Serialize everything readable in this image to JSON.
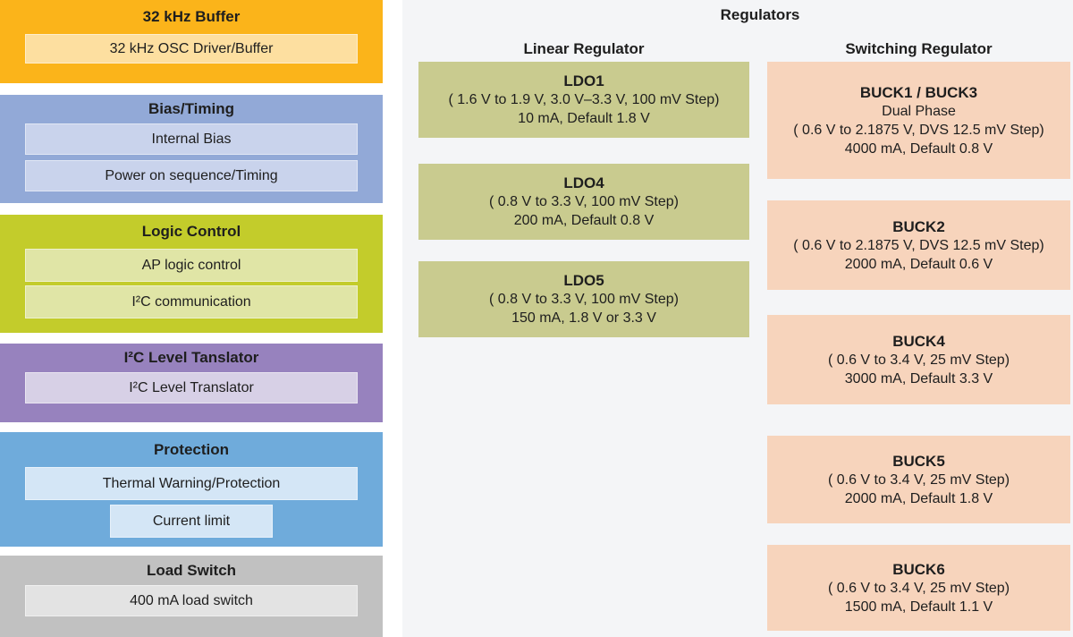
{
  "palette": {
    "page_background": "#ffffff",
    "panel_background": "#f4f5f7",
    "text": "#1e1e1e"
  },
  "left_blocks": [
    {
      "title": "32 kHz Buffer",
      "color": "#fbb41a",
      "item_color": "#fddfa0",
      "items": [
        "32 kHz OSC Driver/Buffer"
      ]
    },
    {
      "title": "Bias/Timing",
      "color": "#92a9d7",
      "item_color": "#c9d3ec",
      "items": [
        "Internal Bias",
        "Power on sequence/Timing"
      ]
    },
    {
      "title": "Logic Control",
      "color": "#c3cc2b",
      "item_color": "#e0e5a6",
      "items": [
        "AP logic control",
        "I²C communication"
      ]
    },
    {
      "title": "I²C Level Tanslator",
      "color": "#9782be",
      "item_color": "#d7d0e6",
      "items": [
        "I²C Level Translator"
      ]
    },
    {
      "title": "Protection",
      "color": "#6fabdb",
      "item_color": "#d4e6f6",
      "items": [
        "Thermal Warning/Protection",
        "Current limit"
      ]
    },
    {
      "title": "Load Switch",
      "color": "#c1c1c1",
      "item_color": "#e3e3e3",
      "items": [
        "400 mA load switch"
      ]
    }
  ],
  "regulators": {
    "title": "Regulators",
    "linear": {
      "header": "Linear Regulator",
      "block_color": "#c9cb8f",
      "blocks": [
        {
          "name": "LDO1",
          "lines": [
            "( 1.6 V to 1.9 V, 3.0 V–3.3 V, 100 mV Step)",
            "10 mA, Default 1.8 V"
          ]
        },
        {
          "name": "LDO4",
          "lines": [
            "( 0.8 V to 3.3 V, 100 mV Step)",
            "200 mA, Default 0.8 V"
          ]
        },
        {
          "name": "LDO5",
          "lines": [
            "( 0.8 V to 3.3 V, 100 mV Step)",
            "150 mA, 1.8 V or 3.3 V"
          ]
        }
      ]
    },
    "switching": {
      "header": "Switching Regulator",
      "block_color": "#f7d4bc",
      "blocks": [
        {
          "name": "BUCK1 / BUCK3",
          "lines": [
            "Dual Phase",
            "( 0.6 V to 2.1875 V, DVS 12.5 mV Step)",
            "4000 mA, Default 0.8 V"
          ]
        },
        {
          "name": "BUCK2",
          "lines": [
            "( 0.6 V to 2.1875 V, DVS 12.5 mV Step)",
            "2000 mA, Default 0.6 V"
          ]
        },
        {
          "name": "BUCK4",
          "lines": [
            "( 0.6 V to 3.4 V, 25 mV Step)",
            "3000 mA, Default 3.3 V"
          ]
        },
        {
          "name": "BUCK5",
          "lines": [
            "( 0.6 V to 3.4 V, 25 mV Step)",
            "2000 mA, Default 1.8 V"
          ]
        },
        {
          "name": "BUCK6",
          "lines": [
            "( 0.6 V to 3.4 V, 25 mV Step)",
            "1500 mA, Default 1.1 V"
          ]
        }
      ]
    }
  }
}
